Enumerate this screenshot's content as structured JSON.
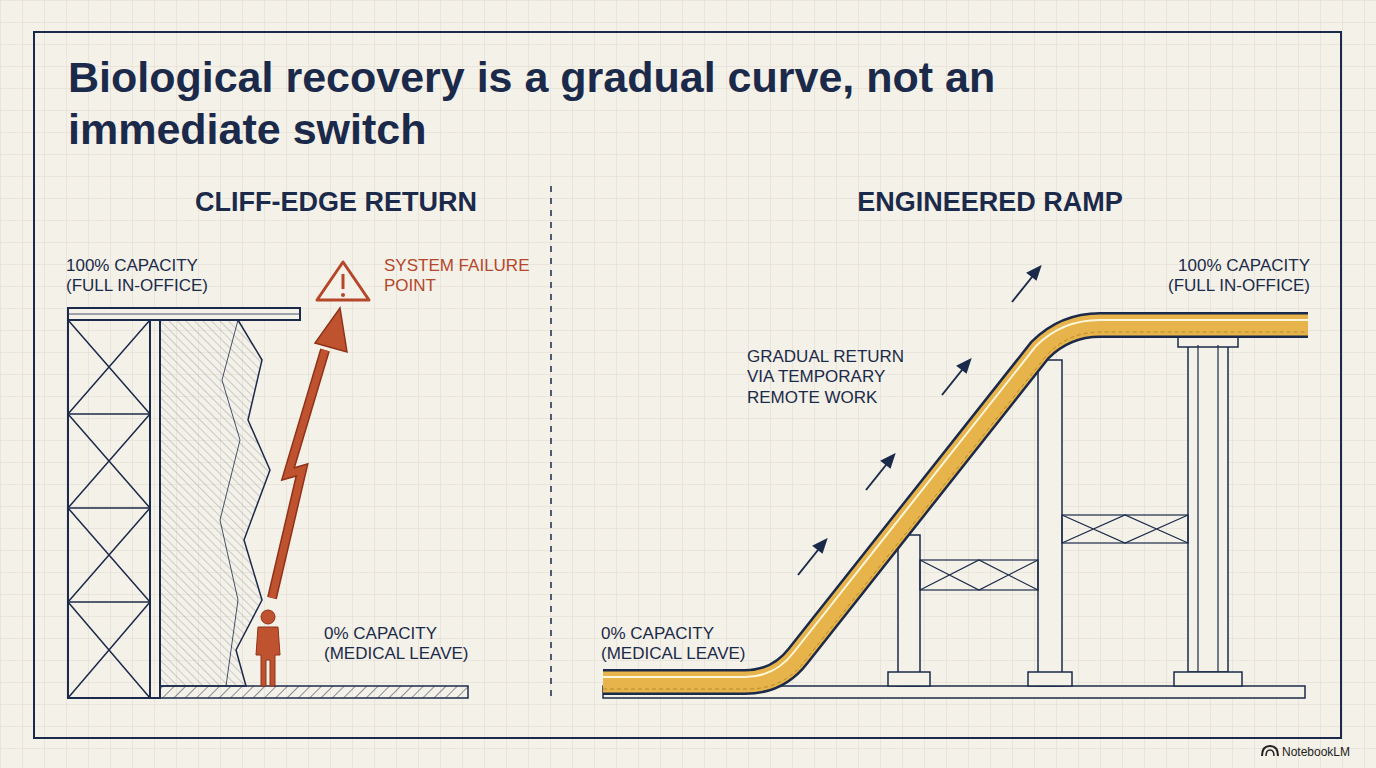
{
  "diagram": {
    "title": "Biological recovery is a gradual curve, not an immediate switch",
    "labels": [
      "CLIFF-EDGE RETURN",
      "ENGINEERED RAMP",
      "100% CAPACITY (FULL IN-OFFICE)",
      "SYSTEM FAILURE POINT",
      "0% CAPACITY (MEDICAL LEAVE)",
      "GRADUAL RETURN VIA TEMPORARY REMOTE WORK",
      "100% CAPACITY (FULL IN-OFFICE)",
      "0% CAPACITY (MEDICAL LEAVE)",
      "NotebookLM"
    ]
  }
}
